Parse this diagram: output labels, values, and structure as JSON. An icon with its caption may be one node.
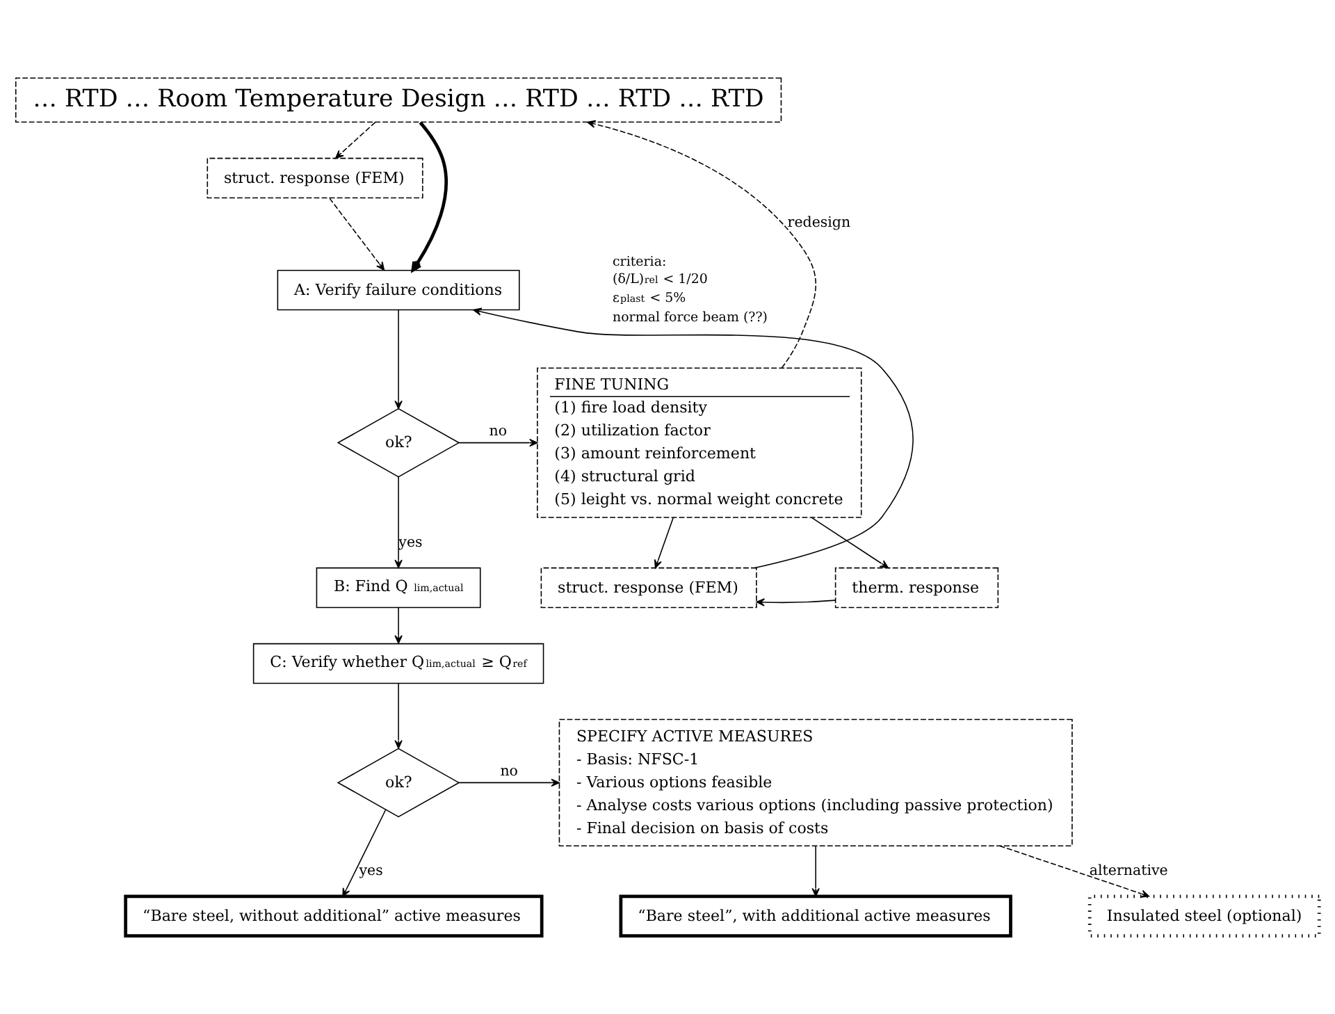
{
  "diagram": {
    "nodes": [
      {
        "text": [
          "… RTD … Room Temperature Design … RTD … RTD … RTD"
        ]
      },
      {
        "text": [
          "struct. response (FEM)"
        ]
      },
      {
        "text": [
          "A: Verify failure conditions"
        ],
        "beside": [
          "criteria:",
          "(δ/L)$_{rel}$ < 1/20",
          "ε$_{plast}$ < 5%",
          "normal force beam (??)"
        ]
      },
      {
        "text": [
          "ok?"
        ]
      },
      {
        "text": [
          "struct. response (FEM)"
        ]
      },
      {
        "text": [
          "therm. response"
        ]
      },
      {
        "text": [
          "FINE TUNING",
          "(1) fire load density",
          "(2) utilization factor",
          "(3) amount reinforcement",
          "(4) structural grid",
          "(5) leight vs. normal weight concrete"
        ]
      },
      {
        "text": [
          "B: Find Q $_{lim,actual}$"
        ]
      },
      {
        "text": [
          "C: Verify whether Q$_{lim,actual}$ ≥ Q$_{ref}$"
        ]
      },
      {
        "text": [
          "SPECIFY ACTIVE MEASURES",
          "- Basis: NFSC-1",
          "- Various options feasible",
          "- Analyse costs various options (including passive protection)",
          "- Final decision on basis of costs"
        ]
      },
      {
        "text": [
          "ok?"
        ]
      },
      {
        "text": [
          "“Bare steel, without additional” active measures"
        ]
      },
      {
        "text": [
          "“Bare steel”, with additional active measures"
        ]
      },
      {
        "text": [
          "Insulated steel (optional)"
        ]
      }
    ],
    "edges": [
      {
        "from": 0,
        "to": 2,
        "arrow": "to",
        "style": "thick"
      },
      {
        "from": 0,
        "to": 1,
        "arrow": "to",
        "style": "dashed"
      },
      {
        "from": 1,
        "to": 2,
        "arrow": "to",
        "style": "dashed"
      },
      {
        "from": 2,
        "to": 3,
        "arrow": "to"
      },
      {
        "from": 3,
        "to": 6,
        "arrow": "to",
        "label": "no"
      },
      {
        "from": 6,
        "to": 4,
        "arrow": "to"
      },
      {
        "from": 6,
        "to": 5,
        "arrow": "to"
      },
      {
        "from": 5,
        "to": 4,
        "arrow": "to"
      },
      {
        "from": 4,
        "to": 2,
        "arrow": "to"
      },
      {
        "from": 6,
        "to": 0,
        "arrow": "to",
        "style": "dashed",
        "label": "redesign"
      },
      {
        "from": 3,
        "to": 7,
        "arrow": "to",
        "label": "yes"
      },
      {
        "from": 7,
        "to": 8,
        "arrow": "to"
      },
      {
        "from": 8,
        "to": 10,
        "arrow": "to"
      },
      {
        "from": 10,
        "to": 9,
        "arrow": "to",
        "label": "no"
      },
      {
        "from": 10,
        "to": 11,
        "arrow": "to",
        "label": "yes"
      },
      {
        "from": 9,
        "to": 12,
        "arrow": "to"
      },
      {
        "from": 9,
        "to": 13,
        "arrow": "to",
        "style": "dashed",
        "label": "alternative"
      }
    ]
  }
}
